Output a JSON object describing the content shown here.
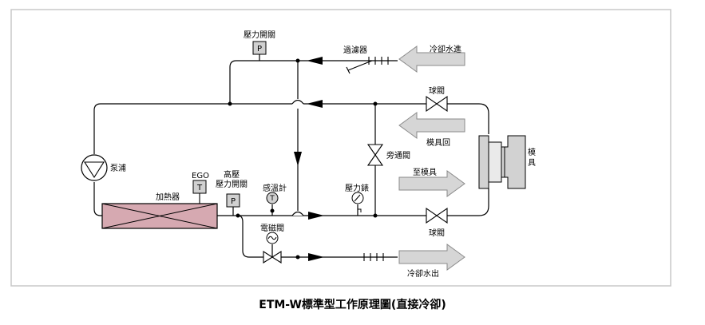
{
  "labels": {
    "pressure_switch": "壓力開關",
    "filter": "過濾器",
    "cooling_water_in": "冷卻水進",
    "ball_valve_top": "球閥",
    "mold_return": "模具回",
    "pump": "泵浦",
    "bypass_valve": "旁通閥",
    "mold": "模\n具",
    "to_mold": "至模具",
    "ego": "EGO",
    "high_pressure_switch": "高壓\n壓力開關",
    "heater": "加熱器",
    "temp_sensor": "感溫計",
    "pressure_gauge": "壓力錶",
    "ball_valve_bottom": "球閥",
    "solenoid_valve": "電磁閥",
    "cooling_water_out": "冷卻水出",
    "letter_p": "P",
    "letter_t": "T"
  },
  "caption": "ETM-W標準型工作原理圖(直接冷卻)"
}
